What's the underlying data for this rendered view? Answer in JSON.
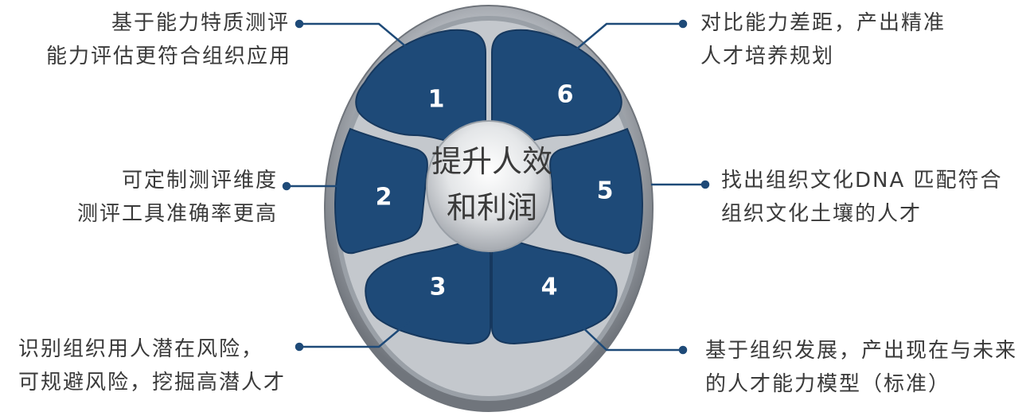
{
  "colors": {
    "segment": "#1e4a78",
    "segment_stroke": "#16385e",
    "ring": "#8f949b",
    "ring_light": "#d7d9dc",
    "connector": "#1e4a78",
    "text": "#3a3a3a"
  },
  "center": {
    "line1": "提升人效",
    "line2": "和利润"
  },
  "segments": [
    {
      "number": "1"
    },
    {
      "number": "6"
    },
    {
      "number": "2"
    },
    {
      "number": "5"
    },
    {
      "number": "3"
    },
    {
      "number": "4"
    }
  ],
  "labels": {
    "top_left": {
      "line1": "基于能力特质测评",
      "line2": "能力评估更符合组织应用"
    },
    "mid_left": {
      "line1": "可定制测评维度",
      "line2": "测评工具准确率更高"
    },
    "bottom_left": {
      "line1": "识别组织用人潜在风险，",
      "line2": "可规避风险，挖掘高潜人才"
    },
    "top_right": {
      "line1": "对比能力差距，产出精准",
      "line2": "人才培养规划"
    },
    "mid_right": {
      "line1": "找出组织文化DNA 匹配符合",
      "line2": "组织文化土壤的人才"
    },
    "bottom_right": {
      "line1": "基于组织发展，产出现在与未来",
      "line2": "的人才能力模型（标准）"
    }
  }
}
